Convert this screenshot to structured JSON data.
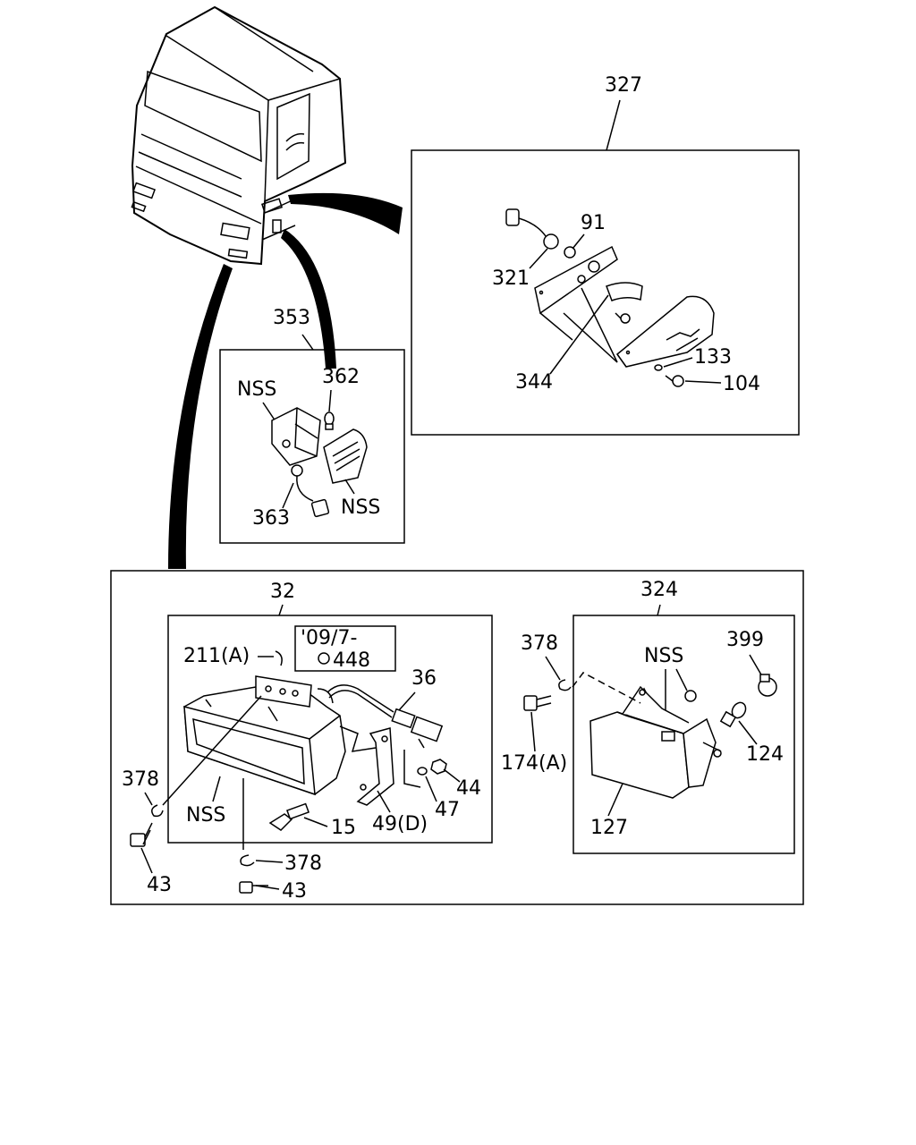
{
  "colors": {
    "ink": "#000000",
    "paper": "#ffffff"
  },
  "callouts": {
    "c327": "327",
    "c91": "91",
    "c321": "321",
    "c344": "344",
    "c133": "133",
    "c104": "104",
    "c353": "353",
    "c362": "362",
    "nss_353_lamp": "NSS",
    "nss_353_lens": "NSS",
    "c363": "363",
    "c32": "32",
    "c211a": "211(A)",
    "note_date": "'09/7-",
    "c448": "448",
    "c36": "36",
    "c378_left": "378",
    "nss_32": "NSS",
    "c43_left": "43",
    "c15": "15",
    "c49d": "49(D)",
    "c47": "47",
    "c44": "44",
    "c378_bottom": "378",
    "c43_bottom": "43",
    "c324": "324",
    "c378_right": "378",
    "nss_324": "NSS",
    "c399": "399",
    "c174a": "174(A)",
    "c124": "124",
    "c127": "127"
  },
  "icons": [
    "truck-cab-icon",
    "side-marker-lamp-icon",
    "corner-lamp-icon",
    "fog-lamp-icon",
    "bulb-icon",
    "bolt-icon",
    "washer-icon",
    "bracket-icon",
    "socket-icon",
    "wiring-harness-icon"
  ]
}
